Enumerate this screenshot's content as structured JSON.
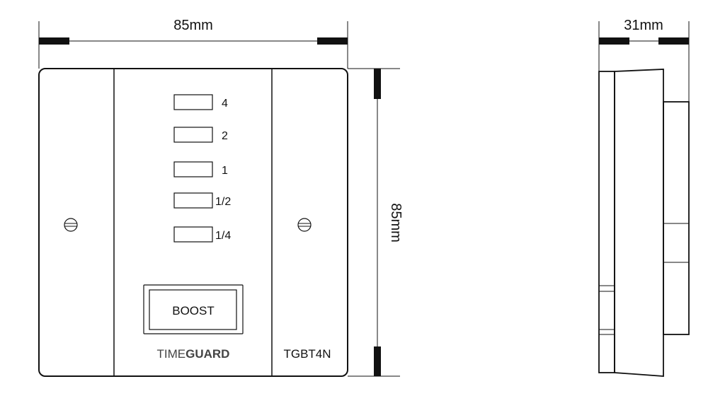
{
  "front_view": {
    "width_dimension": "85mm",
    "height_dimension": "85mm",
    "indicator_labels": [
      "4",
      "2",
      "1",
      "1/2",
      "1/4"
    ],
    "boost_button": "BOOST",
    "brand": {
      "light": "TIME",
      "bold": "GUARD"
    },
    "model": "TGBT4N"
  },
  "side_view": {
    "depth_dimension": "31mm"
  }
}
